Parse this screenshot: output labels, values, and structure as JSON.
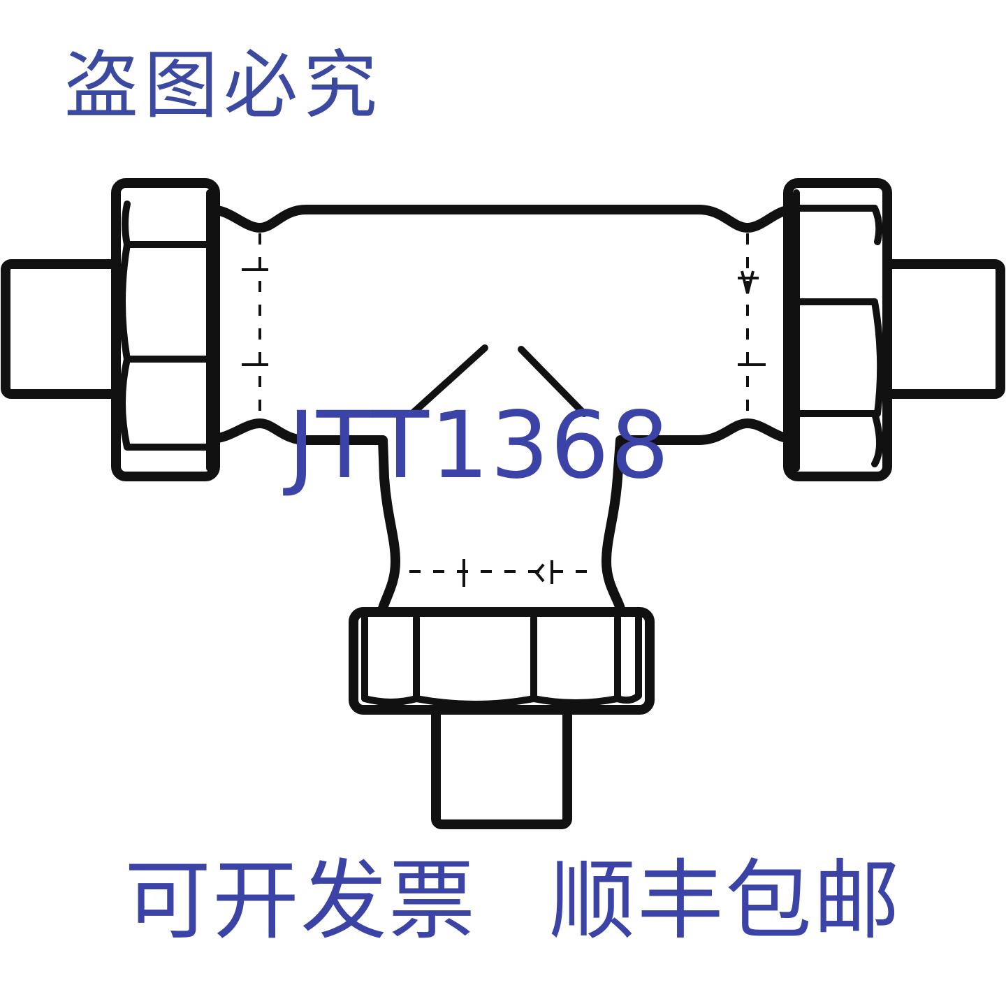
{
  "watermark": {
    "text": "盗图必究",
    "color": "#3b4aa0"
  },
  "model_code": {
    "text": "JTT1368",
    "color": "#3b44a6"
  },
  "footer": {
    "invoice_text": "可开发票",
    "shipping_text": "顺丰包邮",
    "color": "#3b44a6"
  },
  "drawing": {
    "subject": "tee-pipe-fitting-with-hex-union-nuts",
    "line_color": "#111111"
  }
}
